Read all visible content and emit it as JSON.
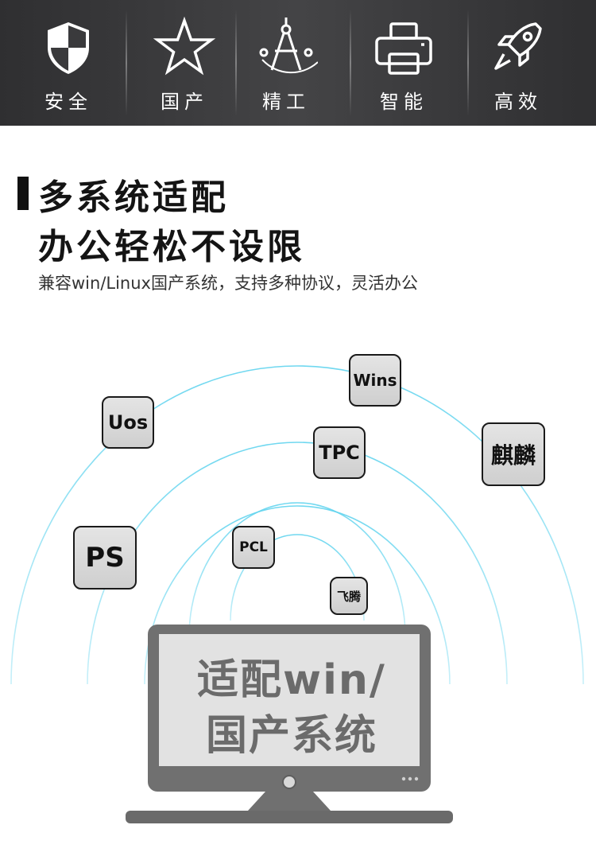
{
  "features": [
    {
      "label": "安全",
      "icon": "shield-icon"
    },
    {
      "label": "国产",
      "icon": "star-icon"
    },
    {
      "label": "精工",
      "icon": "compass-icon"
    },
    {
      "label": "智能",
      "icon": "printer-icon"
    },
    {
      "label": "高效",
      "icon": "rocket-icon"
    }
  ],
  "headline": {
    "line1": "多系统适配",
    "line2": "办公轻松不设限",
    "subtitle": "兼容win/Linux国产系统，支持多种协议，灵活办公"
  },
  "system_tags": [
    "Wins",
    "Uos",
    "TPC",
    "麒麟",
    "PS",
    "PCL",
    "飞腾"
  ],
  "monitor": {
    "line1": "适配win/",
    "line2": "国产系统"
  },
  "colors": {
    "bar_background": "#3a3a3c",
    "wave": "#5fd3ee",
    "monitor_frame": "#707070",
    "monitor_screen": "#e2e2e2"
  }
}
